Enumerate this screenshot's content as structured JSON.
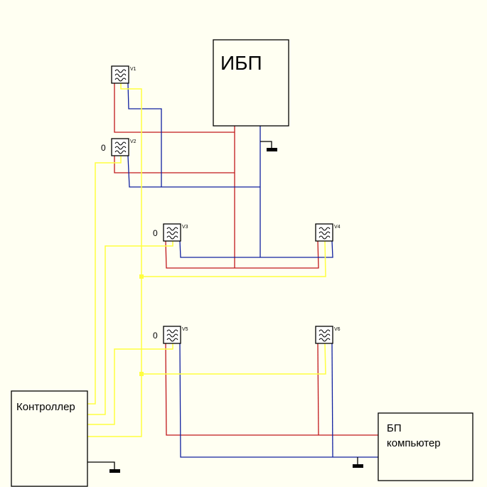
{
  "colors": {
    "background": "#fffff2",
    "red_wire": "#c0181c",
    "blue_wire": "#1020a0",
    "yellow_wire": "#ffff40",
    "outline": "#000000"
  },
  "ups": {
    "label": "ИБП"
  },
  "controller": {
    "label": "Контроллер"
  },
  "psu": {
    "line1": "БП",
    "line2": "компьютер"
  },
  "valves": [
    {
      "id": "V1",
      "zero_label": ""
    },
    {
      "id": "V2",
      "zero_label": "0"
    },
    {
      "id": "V3",
      "zero_label": "0"
    },
    {
      "id": "V4",
      "zero_label": ""
    },
    {
      "id": "V5",
      "zero_label": "0"
    },
    {
      "id": "V6",
      "zero_label": ""
    }
  ],
  "icons": {
    "valve": "ac-wave-icon",
    "ground": "ground-icon"
  }
}
